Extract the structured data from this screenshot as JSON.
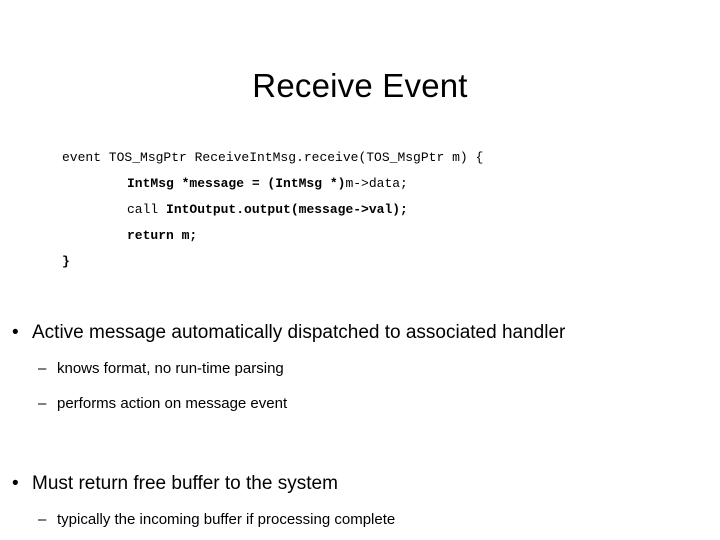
{
  "slide": {
    "title": "Receive Event",
    "background_color": "#ffffff",
    "text_color": "#000000"
  },
  "code": {
    "lines": [
      {
        "indent": false,
        "segments": [
          {
            "text": "event TOS_MsgPtr ReceiveIntMsg.receive(TOS_MsgPtr m) {",
            "bold": false
          }
        ]
      },
      {
        "indent": true,
        "segments": [
          {
            "text": "IntMsg *message = (IntMsg *)",
            "bold": true
          },
          {
            "text": "m->data;",
            "bold": false
          }
        ]
      },
      {
        "indent": true,
        "segments": [
          {
            "text": "call ",
            "bold": false
          },
          {
            "text": "IntOutput.output(message->val);",
            "bold": true
          }
        ]
      },
      {
        "indent": true,
        "segments": [
          {
            "text": "return m;",
            "bold": true
          }
        ]
      },
      {
        "indent": false,
        "segments": [
          {
            "text": "}",
            "bold": true
          }
        ]
      }
    ]
  },
  "bullets": {
    "marker": "•",
    "sub_marker": "–",
    "items": [
      {
        "text": "Active message automatically dispatched to associated handler",
        "children": [
          "knows format, no run-time parsing",
          "performs action on message event"
        ]
      },
      {
        "text": "Must return free buffer to the system",
        "children": [
          "typically the incoming buffer if processing complete"
        ]
      }
    ]
  }
}
